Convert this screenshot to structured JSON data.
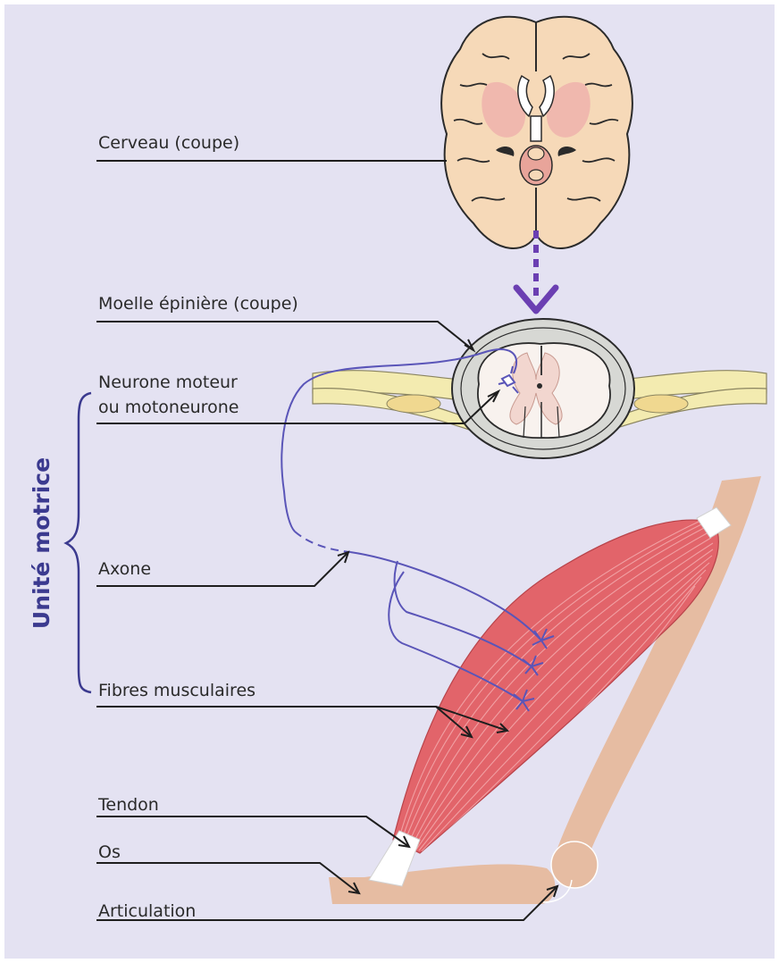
{
  "diagram": {
    "side_label": "Unité motrice",
    "labels": {
      "cerveau": "Cerveau (coupe)",
      "moelle": "Moelle épinière (coupe)",
      "neurone_line1": "Neurone moteur",
      "neurone_line2": "ou motoneurone",
      "axone": "Axone",
      "fibres": "Fibres musculaires",
      "tendon": "Tendon",
      "os": "Os",
      "articulation": "Articulation"
    },
    "colors": {
      "background": "#e4e2f2",
      "brain": "#f6d9b8",
      "brain_inner": "#f0b8ae",
      "nerve": "#f3ebb0",
      "spinal_cord": "#d7d8d4",
      "spinal_grey": "#f2d6cf",
      "muscle": "#e2646a",
      "bone": "#e6bca2",
      "tendon": "#ffffff",
      "neuron": "#5a55b8",
      "arrow": "#6b3fb2",
      "brace": "#3b3a8f"
    }
  }
}
